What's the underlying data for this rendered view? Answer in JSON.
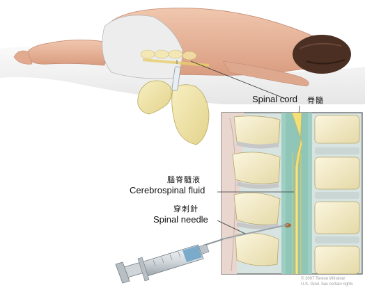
{
  "labels": {
    "spinal_cord_en": "Spinal cord",
    "spinal_cord_zh": "脊髓",
    "csf_zh": "腦脊髓液",
    "csf_en": "Cerebrospinal fluid",
    "needle_zh": "穿刺針",
    "needle_en": "Spinal needle"
  },
  "copyright": {
    "line1": "© 2007 Terese Winslow",
    "line2": "U.S. Govt. has certain rights"
  },
  "colors": {
    "skin": "#e9b79e",
    "skin_shadow": "#c98d73",
    "hair": "#4a2f22",
    "garment": "#ececec",
    "glove": "#f1e6a6",
    "bone": "#f4eed0",
    "disc": "#c9d6d3",
    "csf": "#8fc6b8",
    "cord": "#f2df7a",
    "syringe_fluid": "#6fa4c6"
  }
}
